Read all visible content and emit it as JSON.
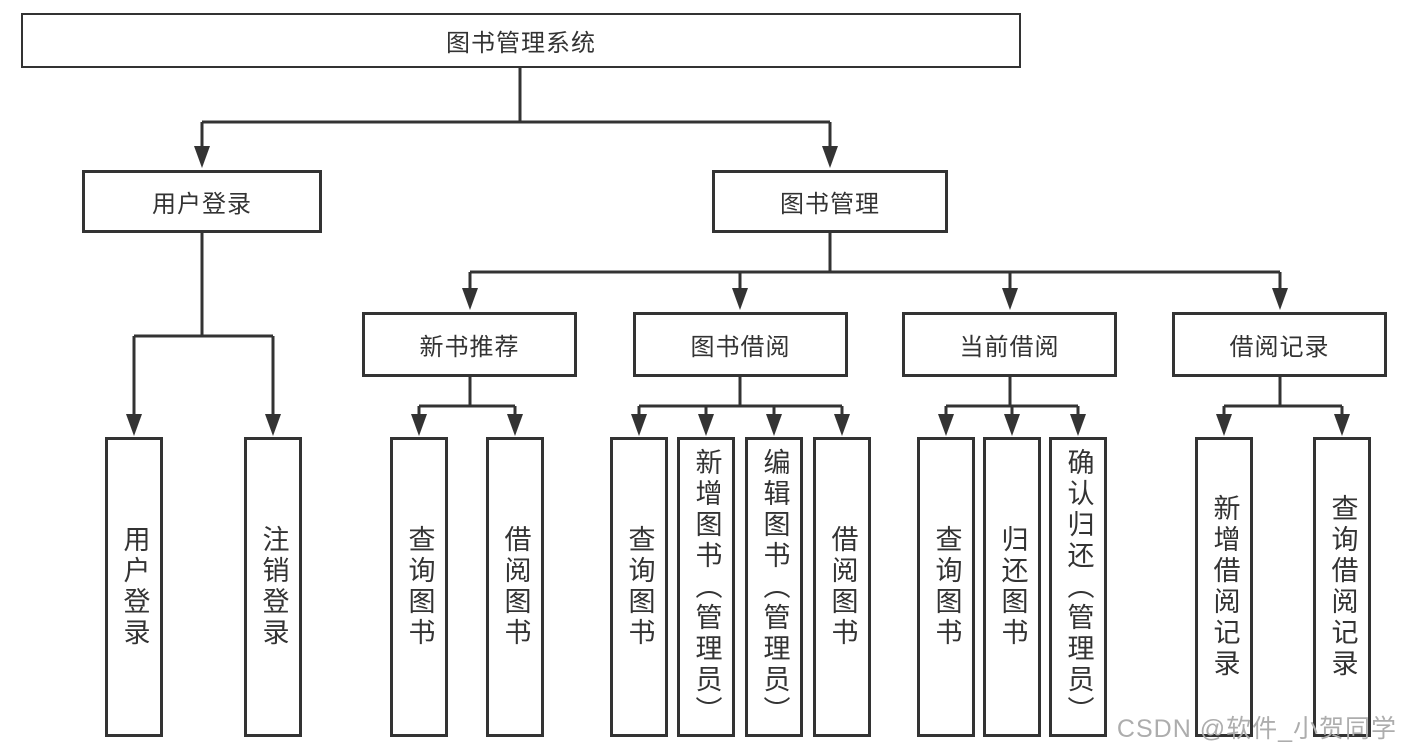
{
  "tree": {
    "root": {
      "label": "图书管理系统"
    },
    "branches": [
      {
        "label": "用户登录",
        "children": [
          {
            "label": "用户登录"
          },
          {
            "label": "注销登录"
          }
        ]
      },
      {
        "label": "图书管理",
        "children": [
          {
            "label": "新书推荐",
            "children": [
              {
                "label": "查询图书"
              },
              {
                "label": "借阅图书"
              }
            ]
          },
          {
            "label": "图书借阅",
            "children": [
              {
                "label": "查询图书"
              },
              {
                "label": "新增图书（管理员）"
              },
              {
                "label": "编辑图书（管理员）"
              },
              {
                "label": "借阅图书"
              }
            ]
          },
          {
            "label": "当前借阅",
            "children": [
              {
                "label": "查询图书"
              },
              {
                "label": "归还图书"
              },
              {
                "label": "确认归还（管理员）"
              }
            ]
          },
          {
            "label": "借阅记录",
            "children": [
              {
                "label": "新增借阅记录"
              },
              {
                "label": "查询借阅记录"
              }
            ]
          }
        ]
      }
    ]
  },
  "watermark": {
    "text": "CSDN @软件_小贺同学"
  },
  "colors": {
    "border": "#333333",
    "line": "#333333",
    "text": "#333333",
    "watermark": "#adadad",
    "background": "#ffffff"
  }
}
